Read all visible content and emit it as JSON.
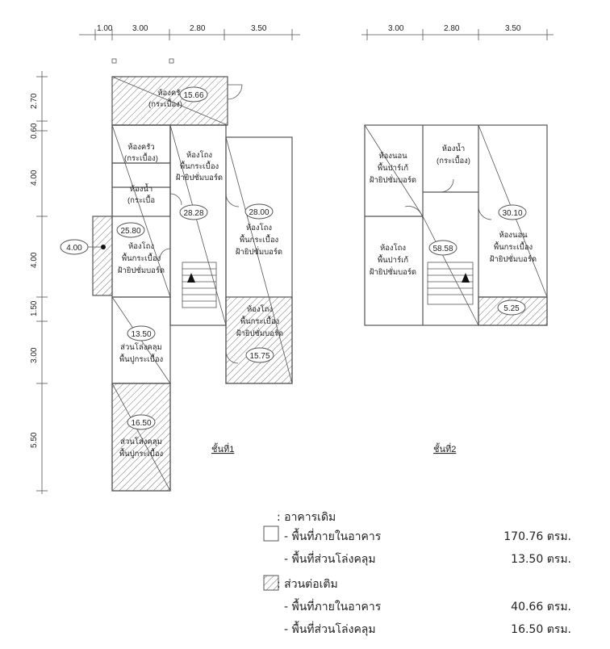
{
  "dimensions": {
    "floor1_top": [
      "1.00",
      "3.00",
      "2.80",
      "3.50"
    ],
    "floor2_top": [
      "3.00",
      "2.80",
      "3.50"
    ],
    "floor1_left": [
      "2.70",
      "0.60",
      "4.00",
      "4.00",
      "1.50",
      "3.00",
      "5.50"
    ]
  },
  "area_bubbles": [
    "15.66",
    "25.80",
    "28.28",
    "28.00",
    "4.00",
    "13.50",
    "15.75",
    "16.50",
    "30.10",
    "58.58",
    "5.25"
  ],
  "rooms": {
    "kitchen_top_name": "ห้องครัว",
    "kitchen_top_floor": "(กระเบื้อง)",
    "kitchen_name": "ห้องครัว",
    "kitchen_floor": "(กระเบื้อง)",
    "bath1_name": "ห้องน้ำ",
    "bath1_floor": "(กระเบื้อ",
    "hall_mid_name": "ห้องโถง",
    "hall_mid_floor": "พื้นกระเบื้อง",
    "hall_mid_ceiling": "ฝ้ายิปซั่มบอร์ด",
    "hall_right_name": "ห้องโถง",
    "hall_right_floor": "พื้นกระเบื้อง",
    "hall_right_ceiling": "ฝ้ายิปซั่มบอร์ด",
    "hall_left_name": "ห้องโถง",
    "hall_left_floor": "พื้นกระเบื้อง",
    "hall_left_ceiling": "ฝ้ายิปซั่มบอร์ด",
    "hall_ext_name": "ห้องโถง",
    "hall_ext_floor": "พื้นกระเบื้อง",
    "hall_ext_ceiling": "ฝ้ายิปซั่มบอร์ด",
    "porch_name": "ส่วนโล่งคลุม",
    "porch_floor": "พื้นปูกระเบื้อง",
    "porch_ext_name": "ส่วนโล่งคลุม",
    "porch_ext_floor": "พื้นปูกระเบื้อง",
    "bed1_name": "ห้องนอน",
    "bed1_floor": "พื้นปาร์เก้",
    "bed1_ceiling": "ฝ้ายิปซั่มบอร์ด",
    "bath2_name": "ห้องน้ำ",
    "bath2_floor": "(กระเบื้อง)",
    "hall2_name": "ห้องโถง",
    "hall2_floor": "พื้นปาร์เก้",
    "hall2_ceiling": "ฝ้ายิปซั่มบอร์ด",
    "bed2_name": "ห้องนอน",
    "bed2_floor": "พื้นกระเบื้อง",
    "bed2_ceiling": "ฝ้ายิปซั่มบอร์ด"
  },
  "floor_labels": {
    "floor1": "ชั้นที่1",
    "floor2": "ชั้นที่2"
  },
  "legend": {
    "existing_heading": ": อาคารเดิม",
    "existing_interior_label": "- พื้นที่ภายในอาคาร",
    "existing_interior_value": "170.76 ตรม.",
    "existing_open_label": "- พื้นที่ส่วนโล่งคลุม",
    "existing_open_value": "13.50 ตรม.",
    "extension_heading": ": ส่วนต่อเติม",
    "extension_interior_label": "- พื้นที่ภายในอาคาร",
    "extension_interior_value": "40.66 ตรม.",
    "extension_open_label": "- พื้นที่ส่วนโล่งคลุม",
    "extension_open_value": "16.50 ตรม."
  },
  "colors": {
    "line": "#555555",
    "hatch": "#777777",
    "text": "#222222"
  }
}
